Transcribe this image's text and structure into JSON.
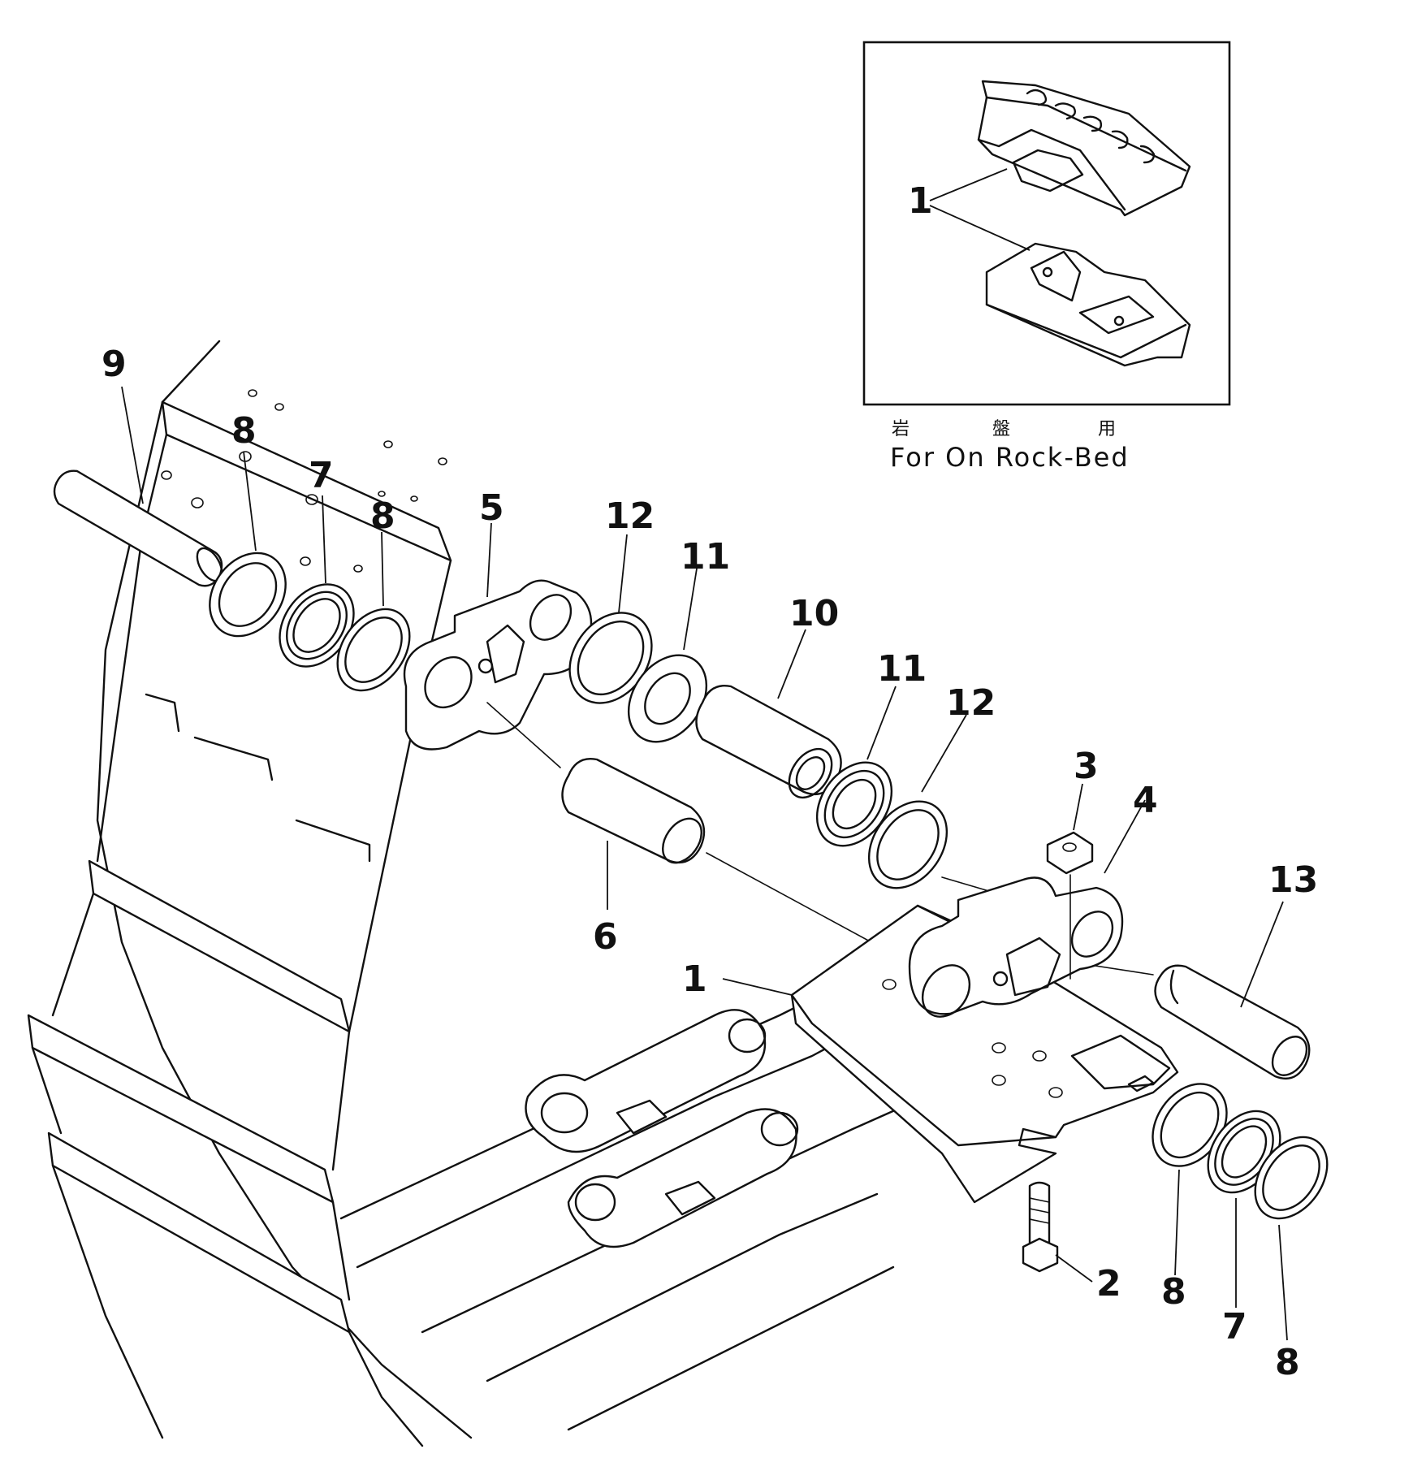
{
  "inset": {
    "caption_jp_1": "岩",
    "caption_jp_2": "盤",
    "caption_jp_3": "用",
    "caption_en": "For On Rock-Bed",
    "callout": "1"
  },
  "callouts": {
    "p9": "9",
    "p8a": "8",
    "p7a": "7",
    "p8b": "8",
    "p5": "5",
    "p12a": "12",
    "p11a": "11",
    "p10": "10",
    "p11b": "11",
    "p12b": "12",
    "p6": "6",
    "p3": "3",
    "p4": "4",
    "p13": "13",
    "p1": "1",
    "p2": "2",
    "p8c": "8",
    "p7b": "7",
    "p8d": "8"
  }
}
